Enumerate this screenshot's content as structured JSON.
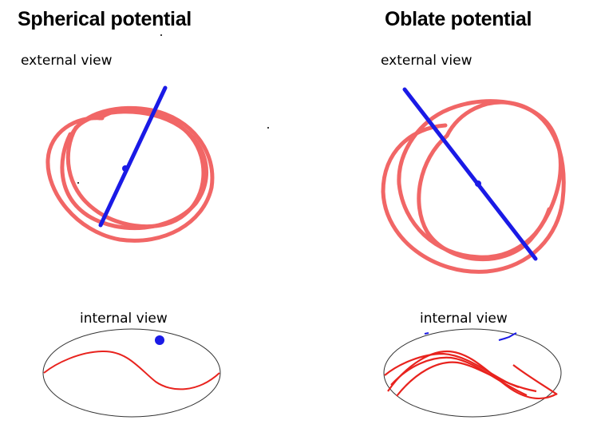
{
  "panels": [
    {
      "id": "spherical",
      "title": "Spherical potential",
      "external_label": "external view",
      "internal_label": "internal view"
    },
    {
      "id": "oblate",
      "title": "Oblate potential",
      "external_label": "external view",
      "internal_label": "internal view"
    }
  ],
  "colors": {
    "orbit": "#f05a5a",
    "orbit_internal": "#e8231e",
    "axis": "#1a1ae6",
    "outline": "#333333"
  }
}
